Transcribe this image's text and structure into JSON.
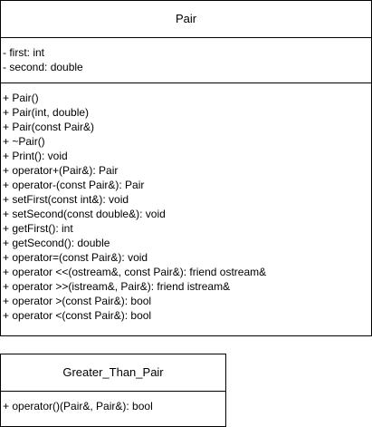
{
  "pair": {
    "name": "Pair",
    "attributes": [
      "- first: int",
      "- second: double"
    ],
    "methods": [
      "+ Pair()",
      "+ Pair(int, double)",
      "+ Pair(const Pair&)",
      "+ ~Pair()",
      "+ Print(): void",
      "+ operator+(Pair&): Pair",
      "+ operator-(const Pair&): Pair",
      "+ setFirst(const int&): void",
      "+ setSecond(const double&): void",
      "+ getFirst(): int",
      "+ getSecond(): double",
      "+ operator=(const Pair&): void",
      "+ operator <<(ostream&, const Pair&): friend ostream&",
      "+ operator >>(istream&, Pair&): friend istream&",
      "+ operator >(const Pair&): bool",
      "+ operator <(const Pair&): bool"
    ]
  },
  "greater_than_pair": {
    "name": "Greater_Than_Pair",
    "methods": [
      "+ operator()(Pair&, Pair&): bool"
    ]
  }
}
